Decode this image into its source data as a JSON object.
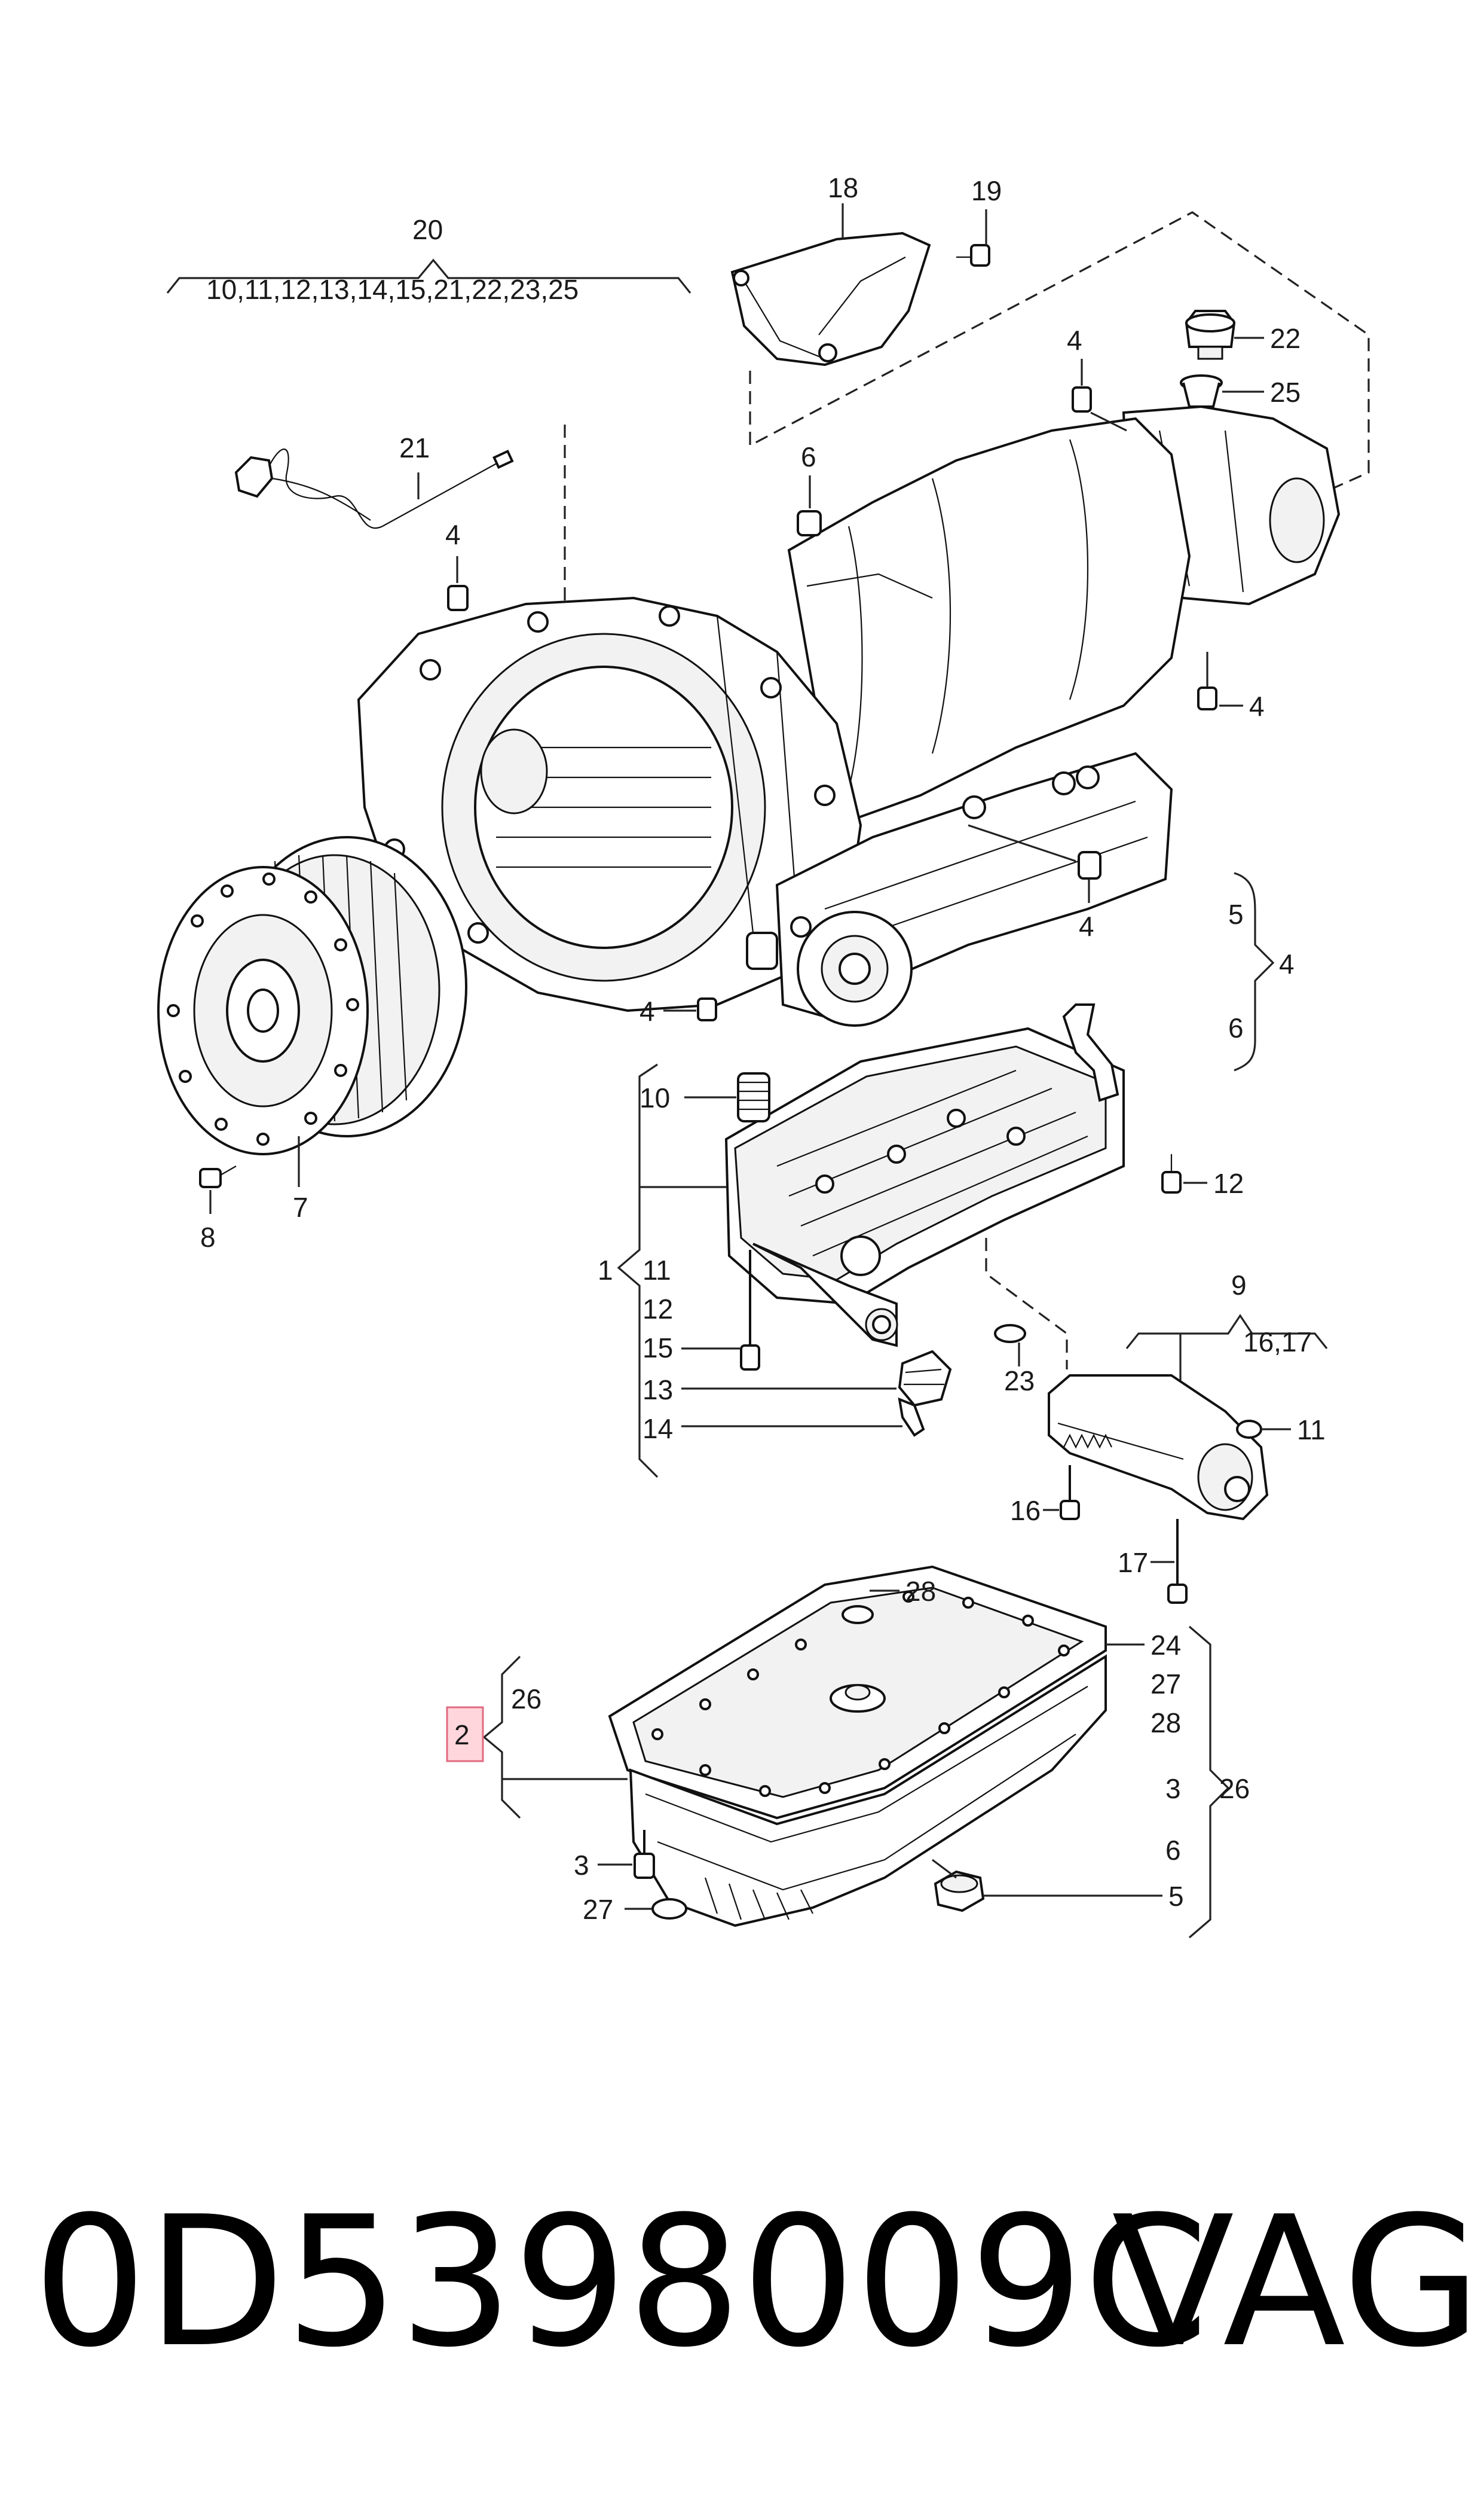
{
  "callouts": {
    "c20": "20",
    "c20_list": "10,11,12,13,14,15,21,22,23,25",
    "c18": "18",
    "c19": "19",
    "c22": "22",
    "c25": "25",
    "c21": "21",
    "c4_top": "4",
    "c6_top": "6",
    "c4_left": "4",
    "c4_right": "4",
    "c4_mid": "4",
    "c4_bottom": "4",
    "c5_brace": "5",
    "c6_brace": "6",
    "c4_brace": "4",
    "c8": "8",
    "c7": "7",
    "c10": "10",
    "c12_right": "12",
    "c1": "1",
    "c11_list": "11",
    "c12_list": "12",
    "c15": "15",
    "c13": "13",
    "c14": "14",
    "c23": "23",
    "c9": "9",
    "c16_17": "16,17",
    "c11_right": "11",
    "c16": "16",
    "c17": "17",
    "c28_top": "28",
    "c24": "24",
    "c27_right": "27",
    "c28_right": "28",
    "c26_left": "26",
    "c2": "2",
    "c3_brace": "3",
    "c26_brace": "26",
    "c6_pan": "6",
    "c5_pan": "5",
    "c3_left": "3",
    "c27_left": "27"
  },
  "footer": {
    "part_number": "0D5398009C",
    "brand": "VAG"
  },
  "colors": {
    "highlight_fill": "#ffd6dc",
    "highlight_stroke": "#e06a80",
    "ink": "#1a1a1a"
  }
}
